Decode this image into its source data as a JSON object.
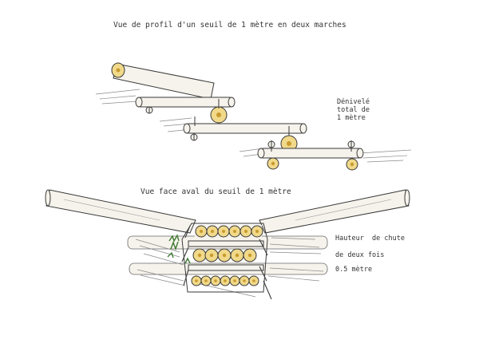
{
  "title_profile": "Vue de profil d'un seuil de 1 mètre en deux marches",
  "title_face": "Vue face aval du seuil de 1 mètre",
  "note_denivele": [
    "Dénivelé",
    "total de",
    "1 mètre"
  ],
  "note_hauteur": [
    "Hauteur  de chute",
    "de deux fois",
    "0.5 mètre"
  ],
  "colors": {
    "ink": "#3a3a3a",
    "log_fill": "#f6f3ec",
    "log_end": "#f1d98a",
    "log_end_center": "#c99a2e",
    "hatch": "#7a7a7a",
    "moss": "#3f7a33"
  }
}
